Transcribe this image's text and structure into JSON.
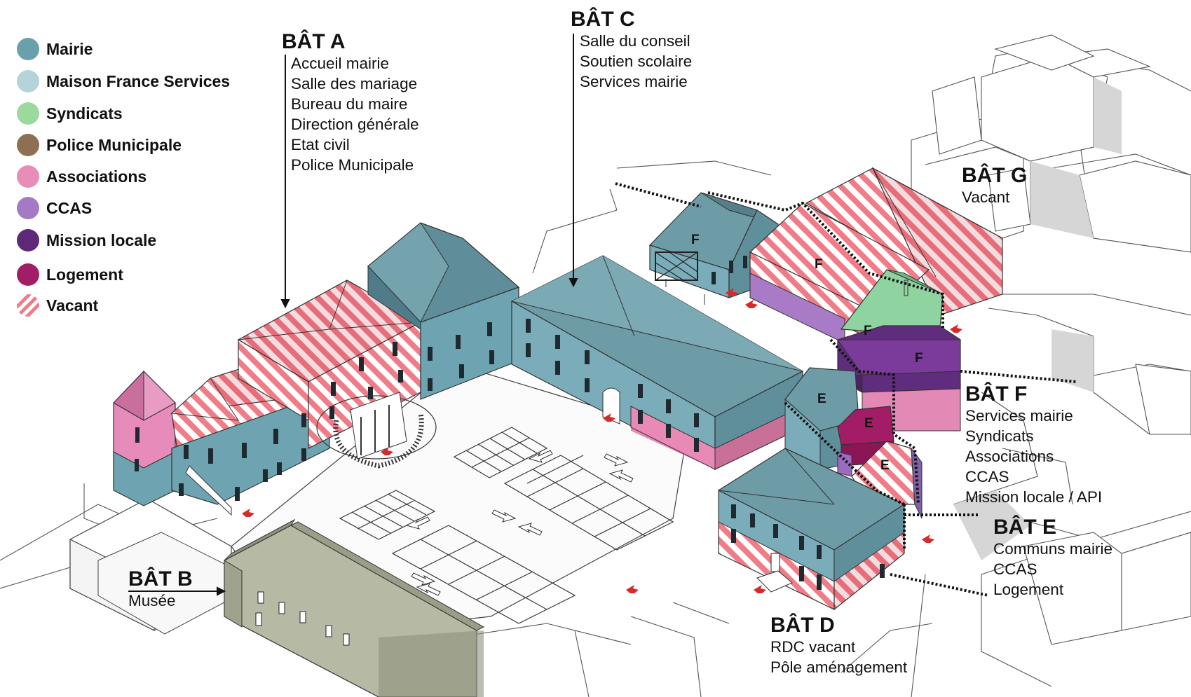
{
  "legend": [
    {
      "label": "Mairie",
      "color": "#6a9fac"
    },
    {
      "label": "Maison France Services",
      "color": "#b4d3da"
    },
    {
      "label": "Syndicats",
      "color": "#9bd99c"
    },
    {
      "label": "Police Municipale",
      "color": "#8f6f52"
    },
    {
      "label": "Associations",
      "color": "#e88cb8"
    },
    {
      "label": "CCAS",
      "color": "#a47ac6"
    },
    {
      "label": "Mission locale",
      "color": "#5e2a78"
    },
    {
      "label": "Logement",
      "color": "#a11d66"
    },
    {
      "label": "Vacant",
      "pattern": "hatch",
      "color": "#ef7c86"
    }
  ],
  "buildings": {
    "bat_a": {
      "title": "BÂT A",
      "lines": [
        "Accueil mairie",
        "Salle des mariage",
        "Bureau du maire",
        "Direction générale",
        "Etat civil",
        "Police Municipale"
      ]
    },
    "bat_b": {
      "title": "BÂT B",
      "lines": [
        "Musée"
      ]
    },
    "bat_c": {
      "title": "BÂT C",
      "lines": [
        "Salle du conseil",
        "Soutien scolaire",
        "Services mairie"
      ]
    },
    "bat_d": {
      "title": "BÂT D",
      "lines": [
        "RDC vacant",
        "Pôle aménagement"
      ]
    },
    "bat_e": {
      "title": "BÂT E",
      "lines": [
        "Communs mairie",
        "CCAS",
        "Logement"
      ]
    },
    "bat_f": {
      "title": "BÂT F",
      "lines": [
        "Services mairie",
        "Syndicats",
        "Associations",
        "CCAS",
        "Mission locale / API"
      ]
    },
    "bat_g": {
      "title": "BÂT G",
      "lines": [
        "Vacant"
      ]
    }
  },
  "building_letters": {
    "f1": "F",
    "f2": "F",
    "f3": "F",
    "f4": "F",
    "e1": "E",
    "e2": "E",
    "e3": "E"
  }
}
